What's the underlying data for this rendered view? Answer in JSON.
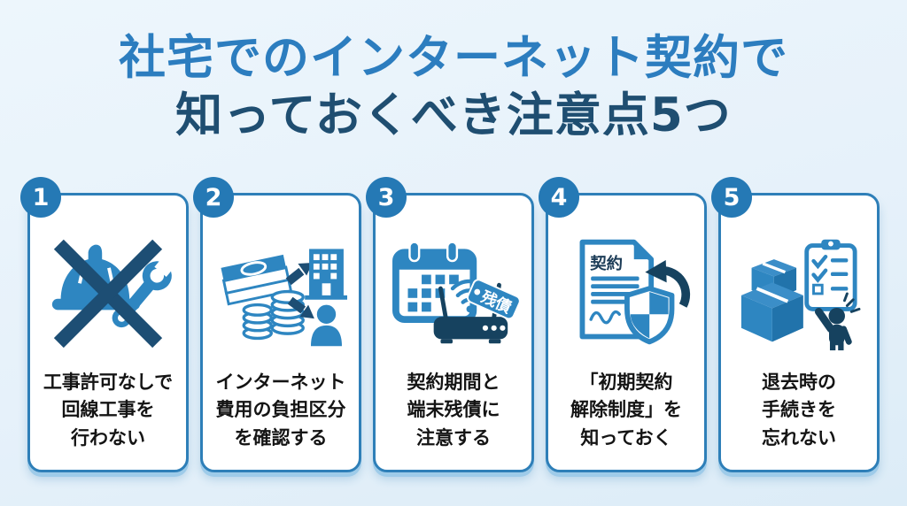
{
  "title": {
    "line1": "社宅でのインターネット契約で",
    "line2": "知っておくべき注意点5つ"
  },
  "cards": [
    {
      "number": "1",
      "icon": "no-construction-icon",
      "lines": [
        "工事許可なしで",
        "回線工事を",
        "行わない"
      ]
    },
    {
      "number": "2",
      "icon": "cost-share-icon",
      "lines": [
        "インターネット",
        "費用の負担区分",
        "を確認する"
      ]
    },
    {
      "number": "3",
      "icon": "contract-period-icon",
      "tag": "残債",
      "lines": [
        "契約期間と",
        "端末残債に",
        "注意する"
      ]
    },
    {
      "number": "4",
      "icon": "contract-cancel-icon",
      "tag": "契約",
      "lines": [
        "「初期契約",
        "解除制度」を",
        "知っておく"
      ]
    },
    {
      "number": "5",
      "icon": "move-out-icon",
      "lines": [
        "退去時の",
        "手続きを",
        "忘れない"
      ]
    }
  ],
  "colors": {
    "background": "#e9f3fb",
    "title_primary": "#2c7dbf",
    "title_dark": "#1f4e71",
    "card_border": "#2e7fb8",
    "card_shadow": "#9ecbe9",
    "badge": "#2579b5",
    "icon_blue": "#2e86c1",
    "icon_navy": "#16425f",
    "text": "#141414"
  }
}
